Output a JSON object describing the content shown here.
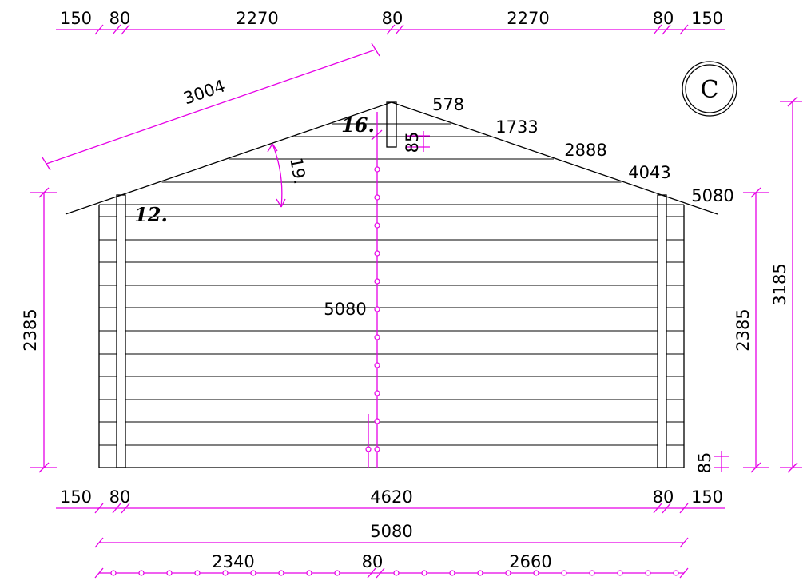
{
  "drawing": {
    "view_label": "C",
    "piece_labels": {
      "ridge_piece": "16.",
      "side_piece": "12."
    },
    "angle_label": "19.",
    "top_dims": [
      "150",
      "80",
      "2270",
      "80",
      "2270",
      "80",
      "150"
    ],
    "roof_slope_dim": "3004",
    "ridge_post_dim": "85",
    "roof_marks": [
      "578",
      "1733",
      "2888",
      "4043",
      "5080"
    ],
    "center_dim": "5080",
    "left_height_dim": "2385",
    "right_height_dim": "2385",
    "total_height_dim": "3185",
    "bottom_small_dim": "85",
    "bottom_row1": [
      "150",
      "80",
      "4620",
      "80",
      "150"
    ],
    "bottom_total": "5080",
    "bottom_row3": [
      "2340",
      "80",
      "2660"
    ]
  }
}
